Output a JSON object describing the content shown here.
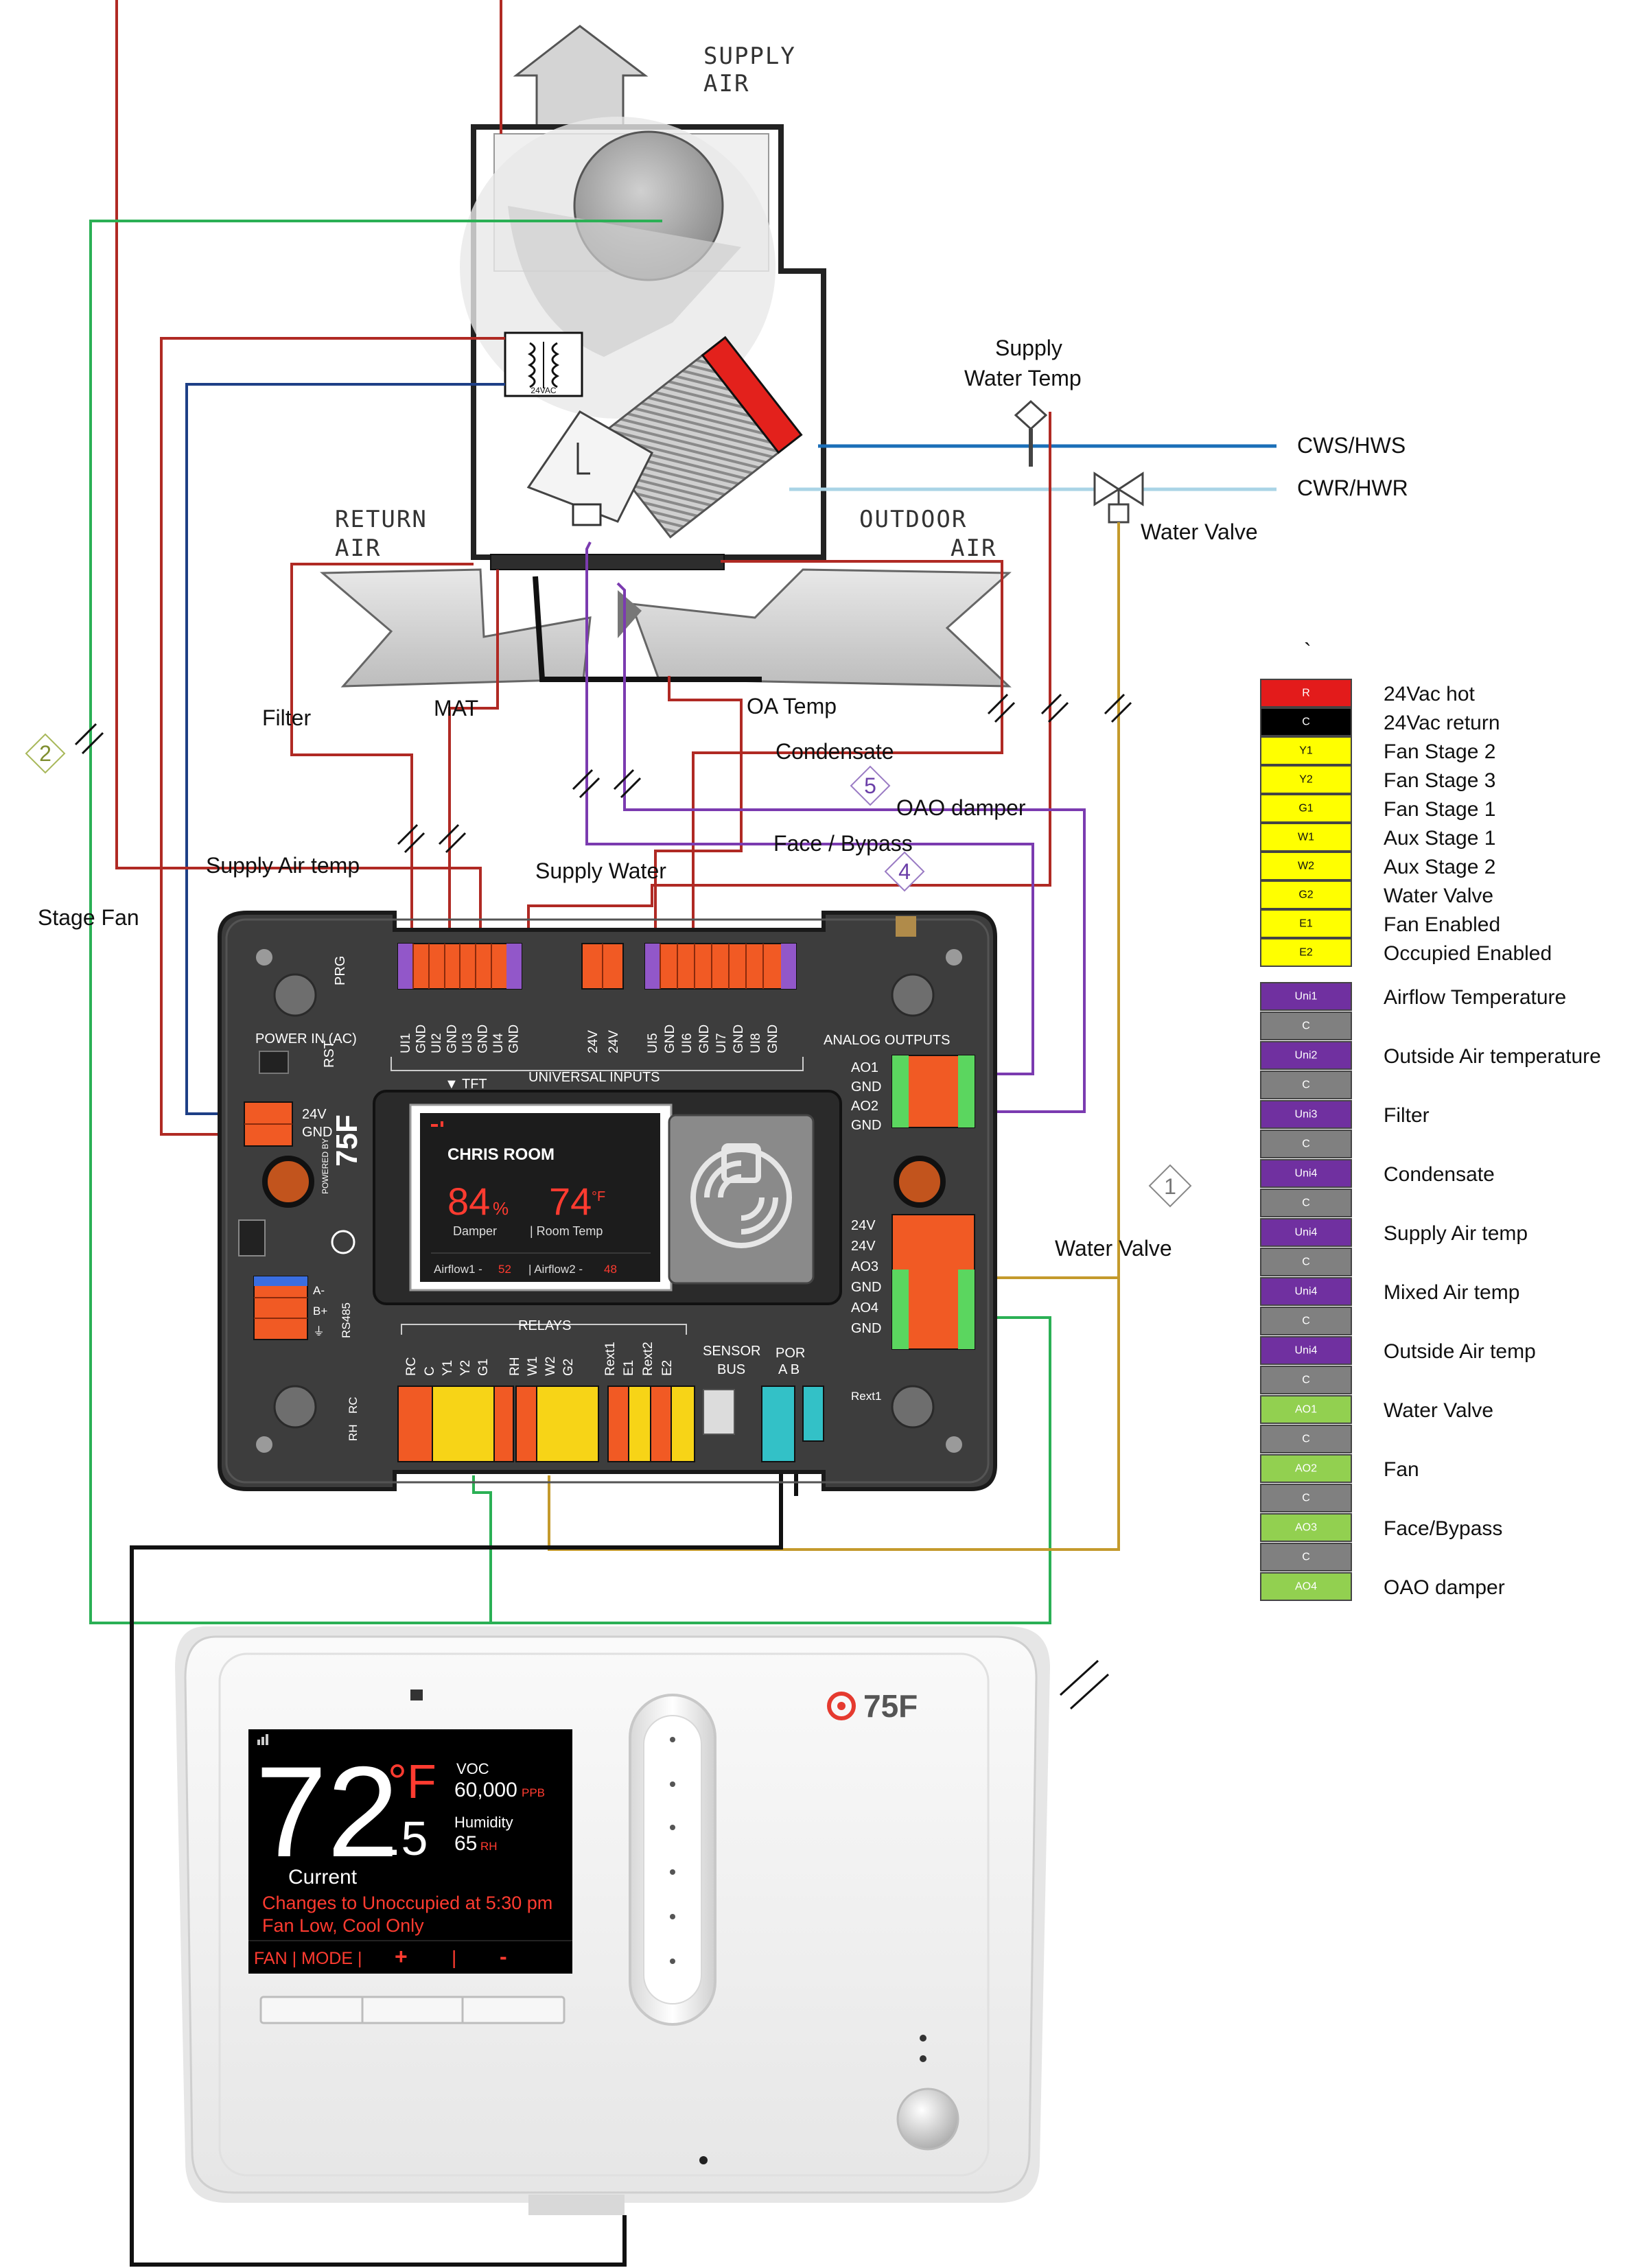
{
  "colors": {
    "red_wire": "#b02a24",
    "green_wire": "#2bb055",
    "blue_wire": "#1e3f86",
    "purple_wire": "#7b3bb0",
    "gold_wire": "#c49a2c",
    "black_wire": "#111111",
    "cws_line": "#1b6fb8",
    "cwr_line": "#a9d4e6",
    "coil_red": "#e3211c",
    "board_body": "#3d3d3d",
    "connector_orange": "#f15a24",
    "connector_yellow": "#f7d417",
    "connector_green": "#5bd65f",
    "connector_teal": "#33c1c7",
    "connector_purple": "#9257c9",
    "screen_red": "#ff3b30"
  },
  "unit": {
    "supply_air": "SUPPLY AIR",
    "supply_air_line1": "SUPPLY",
    "supply_air_line2": "AIR",
    "return_air_line1": "RETURN",
    "return_air_line2": "AIR",
    "outdoor_air_line1": "OUTDOOR",
    "outdoor_air_line2": "AIR",
    "transformer_label": "24VAC"
  },
  "labels": {
    "supply_water_temp_line1": "Supply",
    "supply_water_temp_line2": "Water Temp",
    "cws_hws": "CWS/HWS",
    "cwr_hwr": "CWR/HWR",
    "water_valve_top": "Water Valve",
    "filter": "Filter",
    "mat": "MAT",
    "oa_temp": "OA Temp",
    "condensate": "Condensate",
    "oao_damper": "OAO damper",
    "face_bypass": "Face / Bypass",
    "supply_air_temp": "Supply Air temp",
    "supply_water": "Supply Water",
    "stage_fan": "Stage Fan",
    "water_valve_mid": "Water Valve",
    "diamond_1": "1",
    "diamond_2": "2",
    "diamond_4": "4",
    "diamond_5": "5",
    "backtick": "`"
  },
  "board": {
    "prg": "PRG",
    "power_in": "POWER IN (AC)",
    "rst": "RST",
    "v24_l": "24V",
    "gnd_l": "GND",
    "universal_inputs": "UNIVERSAL INPUTS",
    "tft": "▼ TFT",
    "analog_outputs": "ANALOG OUTPUTS",
    "relays": "RELAYS",
    "sensor": "SENSOR",
    "bus": "BUS",
    "por": "POR",
    "ab": "A B",
    "rs485": "RS485",
    "brand_side": "75F",
    "powered_by": "POWERED BY",
    "top_pins_a": [
      "UI1",
      "GND",
      "UI2",
      "GND",
      "UI3",
      "GND",
      "UI4",
      "GND"
    ],
    "top_pins_mid": [
      "24V",
      "24V"
    ],
    "top_pins_b": [
      "UI5",
      "GND",
      "UI6",
      "GND",
      "UI7",
      "GND",
      "UI8",
      "GND"
    ],
    "ao_pins_top": [
      "AO1",
      "GND",
      "AO2",
      "GND"
    ],
    "ao_pins_bottom": [
      "24V",
      "24V",
      "AO3",
      "GND",
      "AO4",
      "GND"
    ],
    "relay_pins": [
      "RC",
      "C",
      "Y1",
      "Y2",
      "G1",
      "RH",
      "W1",
      "W2",
      "G2",
      "Rext1",
      "E1",
      "Rext2",
      "E2"
    ],
    "rs485_pins": [
      "A-",
      "B+",
      "⏚"
    ],
    "left_pins": [
      "RC",
      "RH"
    ],
    "right_pin": "Rext1",
    "screen": {
      "room": "CHRIS ROOM",
      "damper_value": "84",
      "damper_unit": "%",
      "damper_label": "Damper",
      "temp_value": "74",
      "temp_unit": "°F",
      "temp_label": "| Room Temp",
      "airflow1_label": "Airflow1 -",
      "airflow1_value": "52",
      "airflow2_label": "| Airflow2 -",
      "airflow2_value": "48"
    }
  },
  "legend": [
    {
      "code": "R",
      "desc": "24Vac hot",
      "bg": "#e31b1b",
      "fg": "#ffffff"
    },
    {
      "code": "C",
      "desc": "24Vac return",
      "bg": "#000000",
      "fg": "#ffffff"
    },
    {
      "code": "Y1",
      "desc": "Fan Stage 2",
      "bg": "#ffff00",
      "fg": "#111111"
    },
    {
      "code": "Y2",
      "desc": "Fan Stage 3",
      "bg": "#ffff00",
      "fg": "#111111"
    },
    {
      "code": "G1",
      "desc": "Fan Stage 1",
      "bg": "#ffff00",
      "fg": "#111111"
    },
    {
      "code": "W1",
      "desc": "Aux Stage 1",
      "bg": "#ffff00",
      "fg": "#111111"
    },
    {
      "code": "W2",
      "desc": "Aux Stage 2",
      "bg": "#ffff00",
      "fg": "#111111"
    },
    {
      "code": "G2",
      "desc": "Water Valve",
      "bg": "#ffff00",
      "fg": "#111111"
    },
    {
      "code": "E1",
      "desc": "Fan Enabled",
      "bg": "#ffff00",
      "fg": "#111111"
    },
    {
      "code": "E2",
      "desc": "Occupied Enabled",
      "bg": "#ffff00",
      "fg": "#111111"
    },
    {
      "code": "Uni1",
      "desc": "Airflow Temperature",
      "bg": "#7030a0",
      "fg": "#ffffff"
    },
    {
      "code": "C",
      "desc": "",
      "bg": "#808080",
      "fg": "#ffffff"
    },
    {
      "code": "Uni2",
      "desc": "Outside Air temperature",
      "bg": "#7030a0",
      "fg": "#ffffff"
    },
    {
      "code": "C",
      "desc": "",
      "bg": "#808080",
      "fg": "#ffffff"
    },
    {
      "code": "Uni3",
      "desc": "Filter",
      "bg": "#7030a0",
      "fg": "#ffffff"
    },
    {
      "code": "C",
      "desc": "",
      "bg": "#808080",
      "fg": "#ffffff"
    },
    {
      "code": "Uni4",
      "desc": "Condensate",
      "bg": "#7030a0",
      "fg": "#ffffff"
    },
    {
      "code": "C",
      "desc": "",
      "bg": "#808080",
      "fg": "#ffffff"
    },
    {
      "code": "Uni4",
      "desc": "Supply Air temp",
      "bg": "#7030a0",
      "fg": "#ffffff"
    },
    {
      "code": "C",
      "desc": "",
      "bg": "#808080",
      "fg": "#ffffff"
    },
    {
      "code": "Uni4",
      "desc": "Mixed Air temp",
      "bg": "#7030a0",
      "fg": "#ffffff"
    },
    {
      "code": "C",
      "desc": "",
      "bg": "#808080",
      "fg": "#ffffff"
    },
    {
      "code": "Uni4",
      "desc": "Outside Air temp",
      "bg": "#7030a0",
      "fg": "#ffffff"
    },
    {
      "code": "C",
      "desc": "",
      "bg": "#808080",
      "fg": "#ffffff"
    },
    {
      "code": "AO1",
      "desc": "Water Valve",
      "bg": "#92d050",
      "fg": "#ffffff"
    },
    {
      "code": "C",
      "desc": "",
      "bg": "#808080",
      "fg": "#ffffff"
    },
    {
      "code": "AO2",
      "desc": "Fan",
      "bg": "#92d050",
      "fg": "#ffffff"
    },
    {
      "code": "C",
      "desc": "",
      "bg": "#808080",
      "fg": "#ffffff"
    },
    {
      "code": "AO3",
      "desc": "Face/Bypass",
      "bg": "#92d050",
      "fg": "#ffffff"
    },
    {
      "code": "C",
      "desc": "",
      "bg": "#808080",
      "fg": "#ffffff"
    },
    {
      "code": "AO4",
      "desc": "OAO damper",
      "bg": "#92d050",
      "fg": "#ffffff"
    }
  ],
  "thermostat": {
    "brand": "75F",
    "temp_main": "72",
    "temp_decimal": ".5",
    "temp_unit": "°F",
    "temp_caption": "Current",
    "voc_label": "VOC",
    "voc_value": "60,000",
    "voc_unit": "PPB",
    "humidity_label": "Humidity",
    "humidity_value": "65",
    "humidity_unit": "RH",
    "message_line1": "Changes to Unoccupied at 5:30 pm",
    "message_line2": "Fan Low, Cool Only",
    "footer_mode": "FAN | MODE |",
    "footer_plus": "+",
    "footer_sep": "|",
    "footer_minus": "-"
  }
}
